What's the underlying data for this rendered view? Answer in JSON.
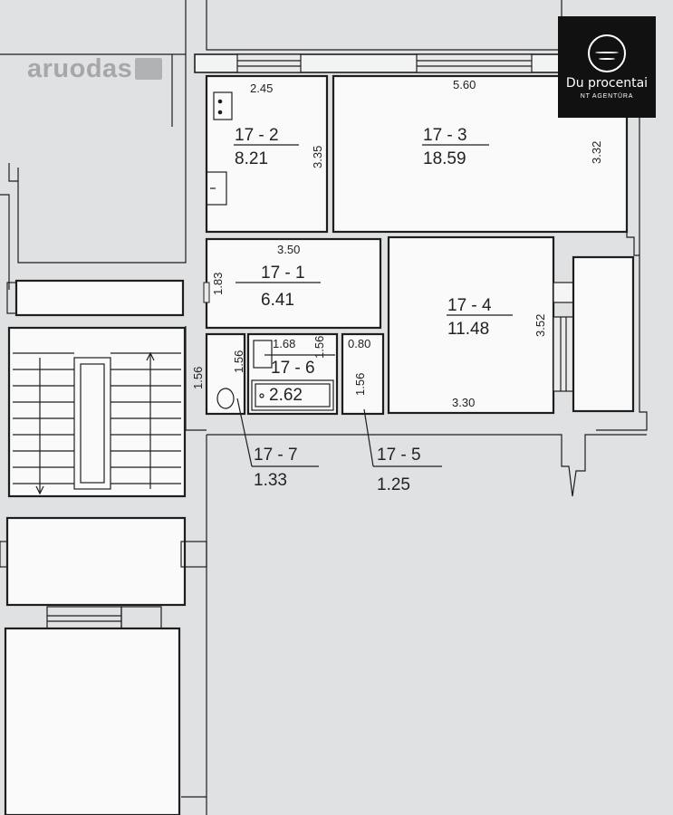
{
  "watermark": {
    "text": "aruodas",
    "icon": "house-grid-icon"
  },
  "logo": {
    "brand": "Du procentai",
    "subtitle": "NT AGENTŪRA",
    "icon": "wave-circle-icon"
  },
  "rooms": [
    {
      "id": "17 - 1",
      "area": "6.41"
    },
    {
      "id": "17 - 2",
      "area": "8.21"
    },
    {
      "id": "17 - 3",
      "area": "18.59"
    },
    {
      "id": "17 - 4",
      "area": "11.48"
    },
    {
      "id": "17 - 5",
      "area": "1.25"
    },
    {
      "id": "17 - 6",
      "area": "2.62"
    },
    {
      "id": "17 - 7",
      "area": "1.33"
    }
  ],
  "dimensions": {
    "room2_width": "2.45",
    "room2_depth": "3.35",
    "room3_width": "5.60",
    "room3_depth": "3.32",
    "room1_width": "3.50",
    "room1_depth": "1.83",
    "room4_depth": "3.52",
    "room4_width": "3.30",
    "bath_width": "1.68",
    "bath_depth": "1.56",
    "wc_depth_outer": "1.56",
    "wc_depth_inner": "1.56",
    "closet_width": "0.80",
    "closet_depth": "1.56"
  }
}
